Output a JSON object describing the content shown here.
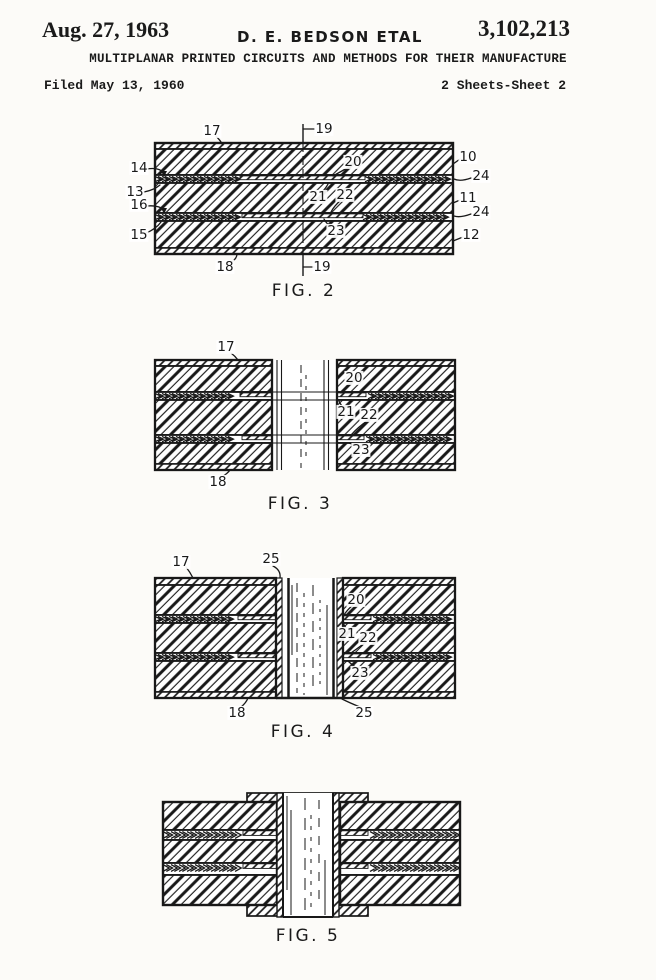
{
  "header": {
    "date": "Aug. 27, 1963",
    "applicant": "D. E. BEDSON ETAL",
    "patent_number": "3,102,213",
    "title": "MULTIPLANAR PRINTED CIRCUITS AND METHODS FOR THEIR MANUFACTURE",
    "filed": "Filed May 13, 1960",
    "sheet_info": "2 Sheets-Sheet 2"
  },
  "figures": [
    {
      "caption": "FIG. 2",
      "labels": {
        "n17": "17",
        "n19_top": "19",
        "n10": "10",
        "n14": "14",
        "n24_upper": "24",
        "n13": "13",
        "n20": "20",
        "n11": "11",
        "n16": "16",
        "n21": "21",
        "n22": "22",
        "n24_lower": "24",
        "n15": "15",
        "n23": "23",
        "n12": "12",
        "n18": "18",
        "n19_bottom": "19"
      }
    },
    {
      "caption": "FIG. 3",
      "labels": {
        "n17": "17",
        "n20": "20",
        "n21": "21",
        "n22": "22",
        "n23": "23",
        "n18": "18"
      }
    },
    {
      "caption": "FIG. 4",
      "labels": {
        "n17": "17",
        "n25_top": "25",
        "n20": "20",
        "n21": "21",
        "n22": "22",
        "n23": "23",
        "n18": "18",
        "n25_bottom": "25"
      }
    },
    {
      "caption": "FIG. 5",
      "labels": {}
    }
  ],
  "colors": {
    "paper": "#fcfbf8",
    "ink": "#1a1a1a"
  }
}
